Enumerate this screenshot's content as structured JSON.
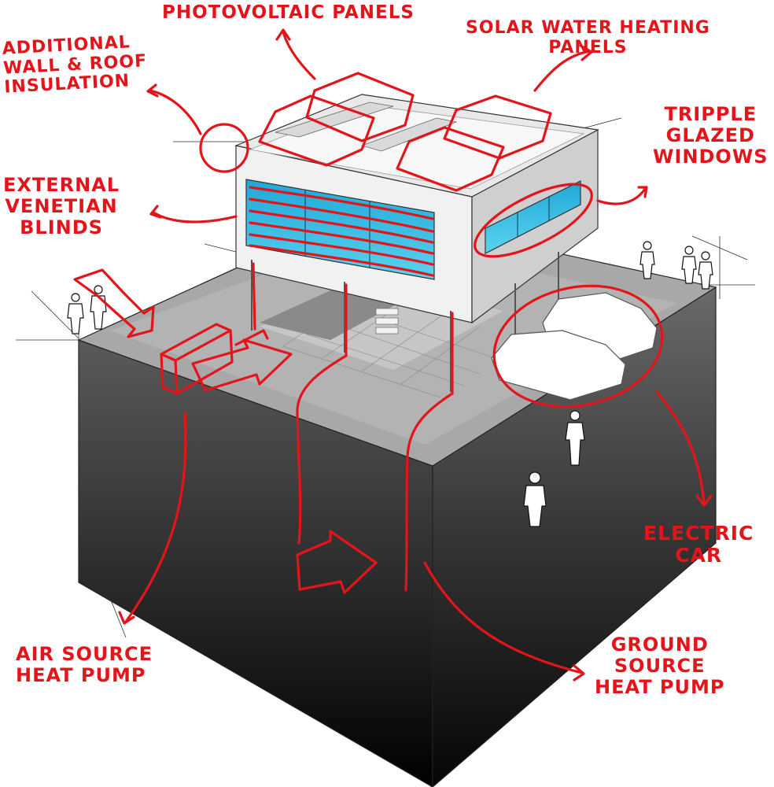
{
  "labels": {
    "photovoltaic": [
      "PHOTOVOLTAIC PANELS"
    ],
    "solar_water": [
      "SOLAR WATER HEATING",
      "PANELS"
    ],
    "insulation": [
      "ADDITIONAL",
      "WALL & ROOF",
      "INSULATION"
    ],
    "glazing": [
      "TRIPPLE",
      "GLAZED",
      "WINDOWS"
    ],
    "blinds": [
      "EXTERNAL",
      "VENETIAN",
      "BLINDS"
    ],
    "electric_car": [
      "ELECTRIC",
      "CAR"
    ],
    "air_pump": [
      "AIR SOURCE",
      "HEAT PUMP"
    ],
    "ground_pump": [
      "GROUND",
      "SOURCE",
      "HEAT PUMP"
    ]
  },
  "colors": {
    "annotation": "#e4141b",
    "glass": "#3cc3e6",
    "ground_top": "#a9a9a9",
    "ground_side_dark": "#0a0a0a"
  }
}
